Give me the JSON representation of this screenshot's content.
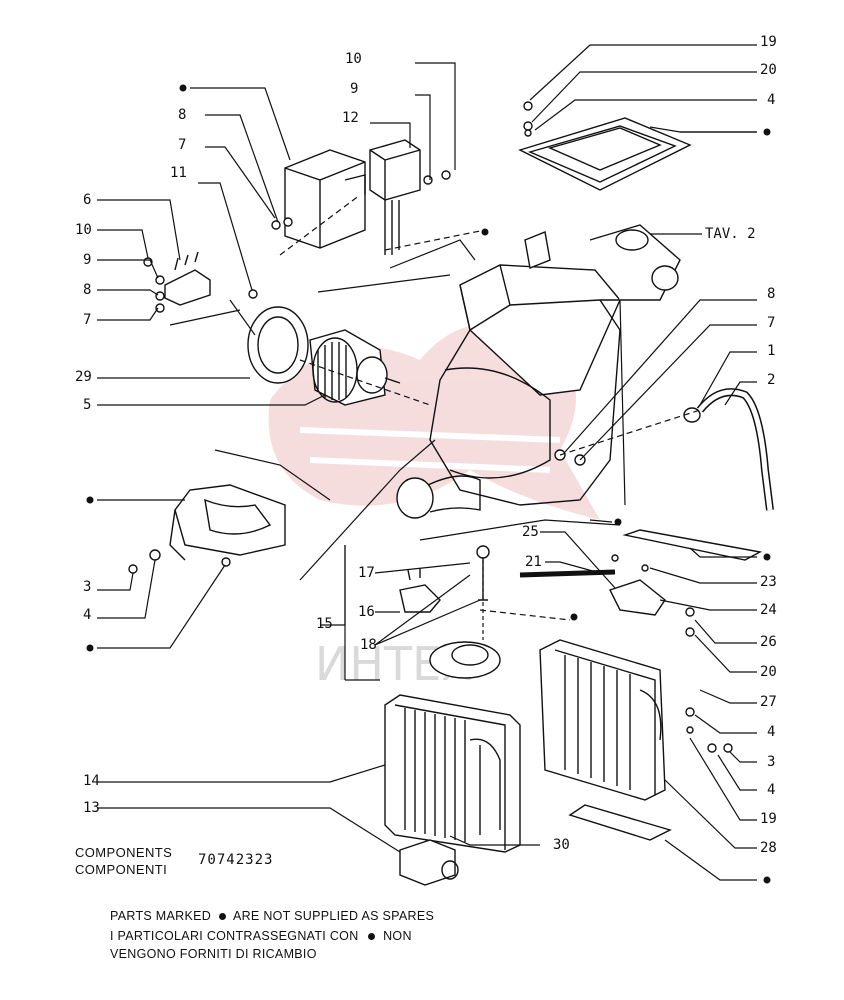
{
  "callouts": {
    "n10a": "10",
    "n9a": "9",
    "n12": "12",
    "n8a": "8",
    "n7a": "7",
    "n11": "11",
    "n6": "6",
    "n10b": "10",
    "n9b": "9",
    "n8b": "8",
    "n7b": "7",
    "n29": "29",
    "n5": "5",
    "n19a": "19",
    "n20a": "20",
    "n4a": "4",
    "tav": "TAV. 2",
    "n8c": "8",
    "n7c": "7",
    "n1": "1",
    "n2": "2",
    "n3a": "3",
    "n4b": "4",
    "n17": "17",
    "n16": "16",
    "n18": "18",
    "n15": "15",
    "n25": "25",
    "n21": "21",
    "n23": "23",
    "n24": "24",
    "n26": "26",
    "n20b": "20",
    "n27": "27",
    "n4c": "4",
    "n3b": "3",
    "n4d": "4",
    "n19b": "19",
    "n28": "28",
    "n14": "14",
    "n13": "13",
    "n30": "30"
  },
  "components": {
    "label_en": "COMPONENTS",
    "label_it": "COMPONENTI",
    "code": "70742323"
  },
  "notes": {
    "line1_a": "PARTS MARKED",
    "line1_b": "ARE NOT SUPPLIED AS SPARES",
    "line2_a": "I PARTICOLARI CONTRASSEGNATI CON",
    "line2_b": "NON",
    "line3": "VENGONO FORNITI DI RICAMBIO"
  },
  "watermark_text": "ИНТЕХ",
  "colors": {
    "ink": "#111111",
    "watermark": "#e8a0a0"
  }
}
